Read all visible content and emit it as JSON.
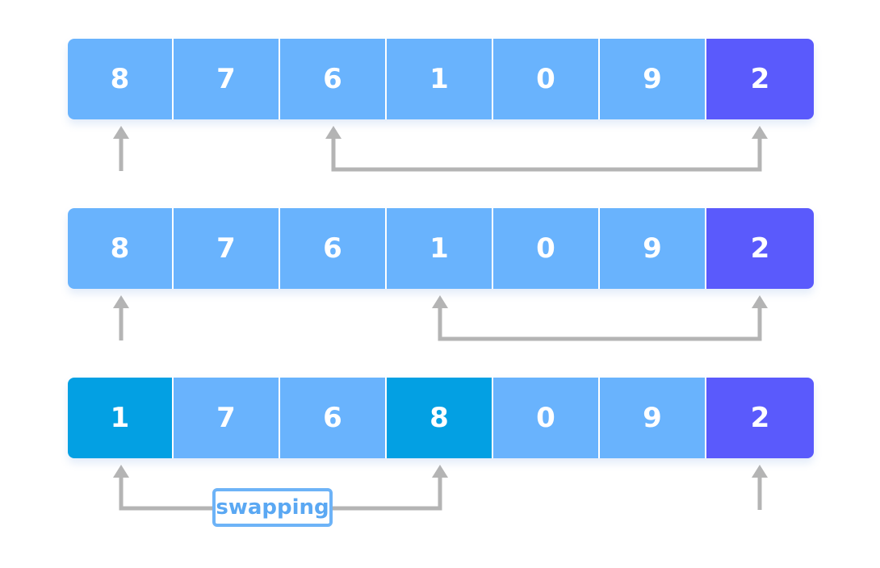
{
  "colors": {
    "cell": "#69b3fd",
    "pivot": "#5a5afc",
    "swapped": "#03a0e3",
    "arrow": "#b4b4b4",
    "label": "#5aa8f3"
  },
  "rows": [
    {
      "cells": [
        {
          "value": "8",
          "state": "normal"
        },
        {
          "value": "7",
          "state": "normal"
        },
        {
          "value": "6",
          "state": "normal"
        },
        {
          "value": "1",
          "state": "normal"
        },
        {
          "value": "0",
          "state": "normal"
        },
        {
          "value": "9",
          "state": "normal"
        },
        {
          "value": "2",
          "state": "pivot"
        }
      ]
    },
    {
      "cells": [
        {
          "value": "8",
          "state": "normal"
        },
        {
          "value": "7",
          "state": "normal"
        },
        {
          "value": "6",
          "state": "normal"
        },
        {
          "value": "1",
          "state": "normal"
        },
        {
          "value": "0",
          "state": "normal"
        },
        {
          "value": "9",
          "state": "normal"
        },
        {
          "value": "2",
          "state": "pivot"
        }
      ]
    },
    {
      "cells": [
        {
          "value": "1",
          "state": "swapped"
        },
        {
          "value": "7",
          "state": "normal"
        },
        {
          "value": "6",
          "state": "normal"
        },
        {
          "value": "8",
          "state": "swapped"
        },
        {
          "value": "0",
          "state": "normal"
        },
        {
          "value": "9",
          "state": "normal"
        },
        {
          "value": "2",
          "state": "pivot"
        }
      ]
    }
  ],
  "swap_label": "swapping"
}
